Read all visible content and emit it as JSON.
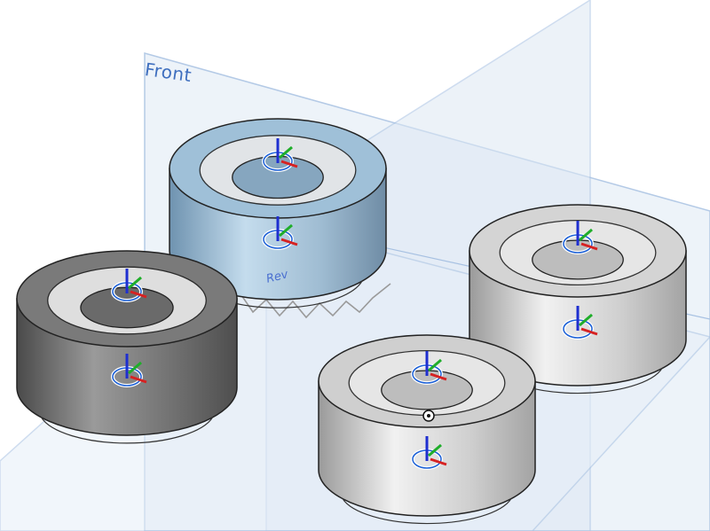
{
  "viewport": {
    "plane_label": "Front",
    "mate_label": "Rev"
  },
  "parts": [
    {
      "name": "part-selected",
      "state": "selected",
      "color": "#9fc0d8"
    },
    {
      "name": "part-left",
      "state": "dark",
      "color": "#7a7a7a"
    },
    {
      "name": "part-right",
      "state": "default",
      "color": "#d4d4d4"
    },
    {
      "name": "part-bottom",
      "state": "default",
      "color": "#cfcfcf"
    }
  ],
  "colors": {
    "plane_fill": "#e8f0f8",
    "plane_edge": "#9ab7dc",
    "mate_connector": "#1a5fd6",
    "axis_x": "#d62222",
    "axis_y": "#1fae2a",
    "axis_z": "#1e2fd0"
  }
}
